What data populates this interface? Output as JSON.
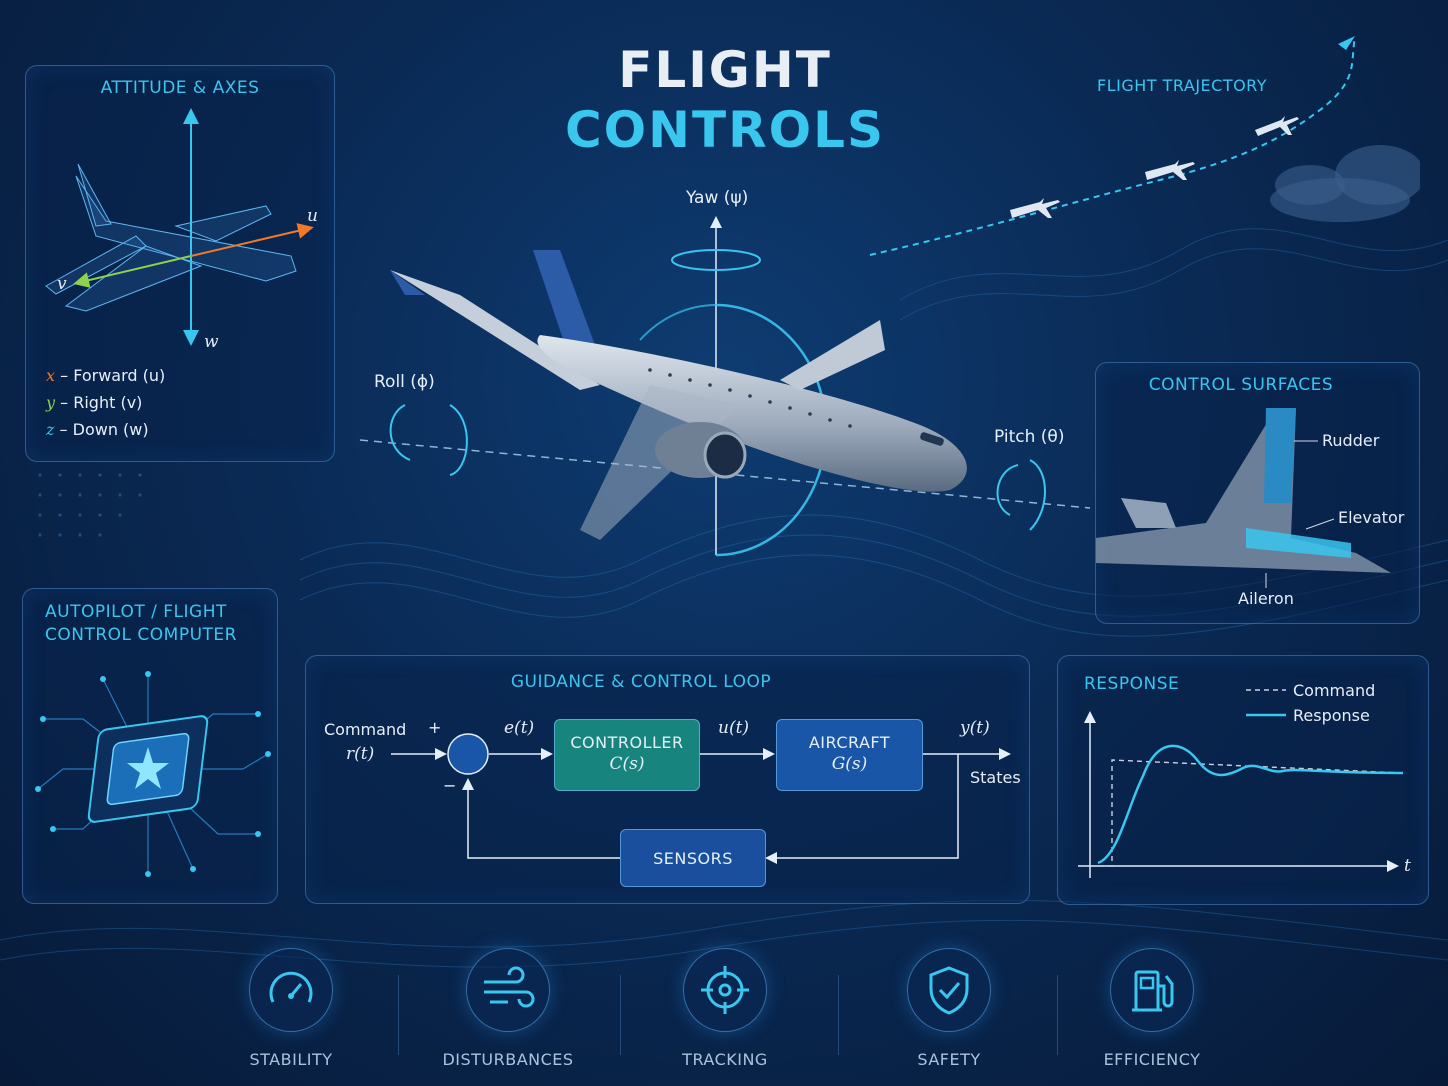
{
  "title": {
    "line1": "FLIGHT",
    "line2": "CONTROLS"
  },
  "colors": {
    "accent": "#39c6ef",
    "panel_border": "#5aa0e6",
    "x_axis": "#f07a2a",
    "y_axis": "#8dd24a",
    "z_axis": "#39c6ef"
  },
  "attitude": {
    "title": "ATTITUDE & AXES",
    "axis_u": "u",
    "axis_v": "v",
    "axis_w": "w",
    "legend": [
      {
        "var": "x",
        "text": "– Forward (u)"
      },
      {
        "var": "y",
        "text": "– Right (v)"
      },
      {
        "var": "z",
        "text": "– Down (w)"
      }
    ]
  },
  "main": {
    "yaw": "Yaw (ψ)",
    "roll": "Roll (ϕ)",
    "pitch": "Pitch (θ)"
  },
  "trajectory": {
    "title": "FLIGHT TRAJECTORY"
  },
  "surfaces": {
    "title": "CONTROL SURFACES",
    "rudder": "Rudder",
    "elevator": "Elevator",
    "aileron": "Aileron"
  },
  "autopilot": {
    "title_line1": "AUTOPILOT / FLIGHT",
    "title_line2": "CONTROL COMPUTER"
  },
  "loop": {
    "title": "GUIDANCE & CONTROL LOOP",
    "command": "Command",
    "r": "r(t)",
    "plus": "+",
    "minus": "−",
    "e": "e(t)",
    "u": "u(t)",
    "y": "y(t)",
    "states": "States",
    "controller": "CONTROLLER",
    "controller_tf": "C(s)",
    "aircraft": "AIRCRAFT",
    "aircraft_tf": "G(s)",
    "sensors": "SENSORS"
  },
  "response": {
    "title": "RESPONSE",
    "legend_command": "Command",
    "legend_response": "Response",
    "t": "t"
  },
  "bottom": [
    {
      "label": "STABILITY",
      "icon": "gauge-icon"
    },
    {
      "label": "DISTURBANCES",
      "icon": "wind-icon"
    },
    {
      "label": "TRACKING",
      "icon": "crosshair-icon"
    },
    {
      "label": "SAFETY",
      "icon": "shield-check-icon"
    },
    {
      "label": "EFFICIENCY",
      "icon": "fuel-pump-icon"
    }
  ]
}
